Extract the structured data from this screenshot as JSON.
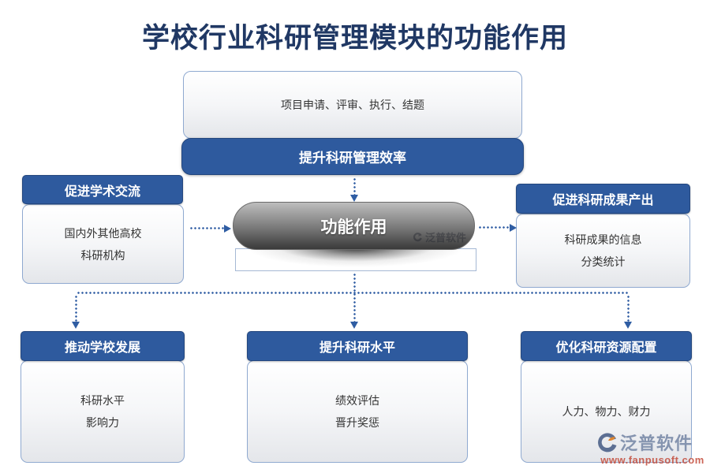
{
  "title": "学校行业科研管理模块的功能作用",
  "top_group": {
    "body": "项目申请、评审、执行、结题",
    "header": "提升科研管理效率"
  },
  "center_node": {
    "label": "功能作用"
  },
  "left_group": {
    "header": "促进学术交流",
    "body_lines": [
      "国内外其他高校",
      "科研机构"
    ]
  },
  "right_group": {
    "header": "促进科研成果产出",
    "body_lines": [
      "科研成果的信息",
      "分类统计"
    ]
  },
  "bottom_groups": [
    {
      "header": "推动学校发展",
      "body_lines": [
        "科研水平",
        "影响力"
      ]
    },
    {
      "header": "提升科研水平",
      "body_lines": [
        "绩效评估",
        "晋升奖惩"
      ]
    },
    {
      "header": "优化科研资源配置",
      "body_lines": [
        "人力、物力、财力"
      ]
    }
  ],
  "watermark": {
    "brand": "泛普软件",
    "url": "www.fanpusoft.com"
  },
  "colors": {
    "header_blue": "#2e5a9e",
    "header_blue_border": "#24477e",
    "title_navy": "#203864",
    "connector_blue": "#2f5da3",
    "box_border": "#8fa9d0",
    "body_text": "#333333",
    "watermark_blue": "#7d8daa",
    "watermark_red": "#c44b3a"
  }
}
